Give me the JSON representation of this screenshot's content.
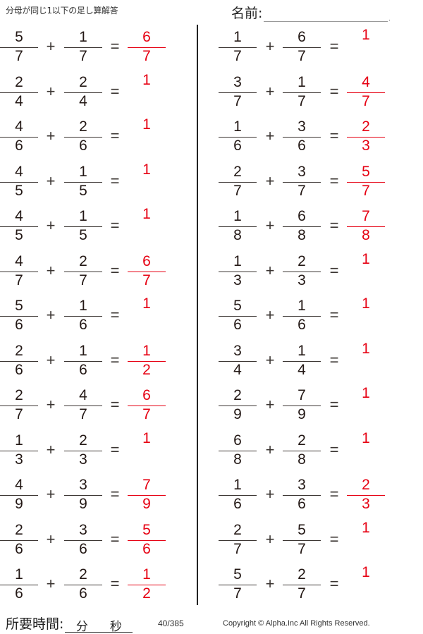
{
  "header": {
    "title": "分母が同じ1以下の足し算解答",
    "name_label": "名前:"
  },
  "footer": {
    "time_label": "所要時間:",
    "minutes_unit": "分",
    "seconds_unit": "秒",
    "page": "40/385",
    "copyright": "Copyright ©  Alpha.Inc All Rights Reserved."
  },
  "symbols": {
    "plus": "+",
    "equals": "="
  },
  "colors": {
    "text": "#231815",
    "answer": "#e60012"
  },
  "left_problems": [
    {
      "a_num": "5",
      "a_den": "7",
      "b_num": "1",
      "b_den": "7",
      "ans_whole": "",
      "ans_num": "6",
      "ans_den": "7"
    },
    {
      "a_num": "2",
      "a_den": "4",
      "b_num": "2",
      "b_den": "4",
      "ans_whole": "1",
      "ans_num": "",
      "ans_den": ""
    },
    {
      "a_num": "4",
      "a_den": "6",
      "b_num": "2",
      "b_den": "6",
      "ans_whole": "1",
      "ans_num": "",
      "ans_den": ""
    },
    {
      "a_num": "4",
      "a_den": "5",
      "b_num": "1",
      "b_den": "5",
      "ans_whole": "1",
      "ans_num": "",
      "ans_den": ""
    },
    {
      "a_num": "4",
      "a_den": "5",
      "b_num": "1",
      "b_den": "5",
      "ans_whole": "1",
      "ans_num": "",
      "ans_den": ""
    },
    {
      "a_num": "4",
      "a_den": "7",
      "b_num": "2",
      "b_den": "7",
      "ans_whole": "",
      "ans_num": "6",
      "ans_den": "7"
    },
    {
      "a_num": "5",
      "a_den": "6",
      "b_num": "1",
      "b_den": "6",
      "ans_whole": "1",
      "ans_num": "",
      "ans_den": ""
    },
    {
      "a_num": "2",
      "a_den": "6",
      "b_num": "1",
      "b_den": "6",
      "ans_whole": "",
      "ans_num": "1",
      "ans_den": "2"
    },
    {
      "a_num": "2",
      "a_den": "7",
      "b_num": "4",
      "b_den": "7",
      "ans_whole": "",
      "ans_num": "6",
      "ans_den": "7"
    },
    {
      "a_num": "1",
      "a_den": "3",
      "b_num": "2",
      "b_den": "3",
      "ans_whole": "1",
      "ans_num": "",
      "ans_den": ""
    },
    {
      "a_num": "4",
      "a_den": "9",
      "b_num": "3",
      "b_den": "9",
      "ans_whole": "",
      "ans_num": "7",
      "ans_den": "9"
    },
    {
      "a_num": "2",
      "a_den": "6",
      "b_num": "3",
      "b_den": "6",
      "ans_whole": "",
      "ans_num": "5",
      "ans_den": "6"
    },
    {
      "a_num": "1",
      "a_den": "6",
      "b_num": "2",
      "b_den": "6",
      "ans_whole": "",
      "ans_num": "1",
      "ans_den": "2"
    }
  ],
  "right_problems": [
    {
      "a_num": "1",
      "a_den": "7",
      "b_num": "6",
      "b_den": "7",
      "ans_whole": "1",
      "ans_num": "",
      "ans_den": ""
    },
    {
      "a_num": "3",
      "a_den": "7",
      "b_num": "1",
      "b_den": "7",
      "ans_whole": "",
      "ans_num": "4",
      "ans_den": "7"
    },
    {
      "a_num": "1",
      "a_den": "6",
      "b_num": "3",
      "b_den": "6",
      "ans_whole": "",
      "ans_num": "2",
      "ans_den": "3"
    },
    {
      "a_num": "2",
      "a_den": "7",
      "b_num": "3",
      "b_den": "7",
      "ans_whole": "",
      "ans_num": "5",
      "ans_den": "7"
    },
    {
      "a_num": "1",
      "a_den": "8",
      "b_num": "6",
      "b_den": "8",
      "ans_whole": "",
      "ans_num": "7",
      "ans_den": "8"
    },
    {
      "a_num": "1",
      "a_den": "3",
      "b_num": "2",
      "b_den": "3",
      "ans_whole": "1",
      "ans_num": "",
      "ans_den": ""
    },
    {
      "a_num": "5",
      "a_den": "6",
      "b_num": "1",
      "b_den": "6",
      "ans_whole": "1",
      "ans_num": "",
      "ans_den": ""
    },
    {
      "a_num": "3",
      "a_den": "4",
      "b_num": "1",
      "b_den": "4",
      "ans_whole": "1",
      "ans_num": "",
      "ans_den": ""
    },
    {
      "a_num": "2",
      "a_den": "9",
      "b_num": "7",
      "b_den": "9",
      "ans_whole": "1",
      "ans_num": "",
      "ans_den": ""
    },
    {
      "a_num": "6",
      "a_den": "8",
      "b_num": "2",
      "b_den": "8",
      "ans_whole": "1",
      "ans_num": "",
      "ans_den": ""
    },
    {
      "a_num": "1",
      "a_den": "6",
      "b_num": "3",
      "b_den": "6",
      "ans_whole": "",
      "ans_num": "2",
      "ans_den": "3"
    },
    {
      "a_num": "2",
      "a_den": "7",
      "b_num": "5",
      "b_den": "7",
      "ans_whole": "1",
      "ans_num": "",
      "ans_den": ""
    },
    {
      "a_num": "5",
      "a_den": "7",
      "b_num": "2",
      "b_den": "7",
      "ans_whole": "1",
      "ans_num": "",
      "ans_den": ""
    }
  ]
}
